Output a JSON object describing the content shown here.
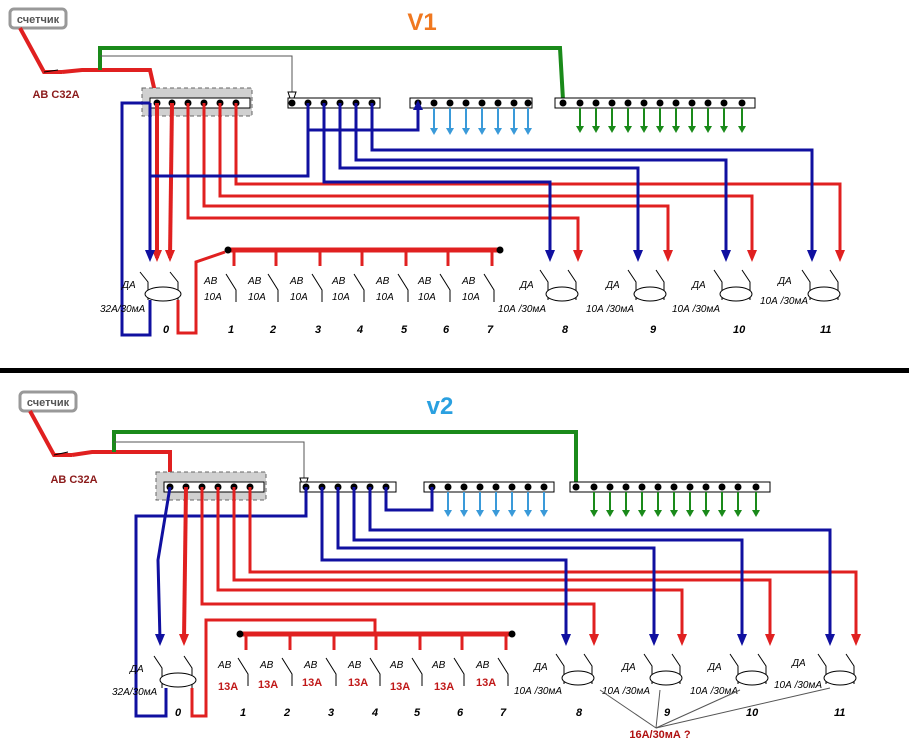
{
  "colors": {
    "phase": "#e02020",
    "neutral": "#1010a0",
    "ground": "#1a8a1a",
    "neutral_tap": "#3a9ad9",
    "v1": "#f07820",
    "v2": "#2aa0e0"
  },
  "diagrams": [
    {
      "title": "V1",
      "meter_label": "счетчик",
      "main_breaker": "АВ С32А",
      "rcd_main": {
        "top": "ДА",
        "bottom": "32А/30мА",
        "num": "0"
      },
      "breakers": [
        {
          "num": "1",
          "top": "АВ",
          "bottom": "10А"
        },
        {
          "num": "2",
          "top": "АВ",
          "bottom": "10А"
        },
        {
          "num": "3",
          "top": "АВ",
          "bottom": "10А"
        },
        {
          "num": "4",
          "top": "АВ",
          "bottom": "10А"
        },
        {
          "num": "5",
          "top": "АВ",
          "bottom": "10А"
        },
        {
          "num": "6",
          "top": "АВ",
          "bottom": "10А"
        },
        {
          "num": "7",
          "top": "АВ",
          "bottom": "10А"
        }
      ],
      "rcbos": [
        {
          "num": "8",
          "top": "ДА",
          "bottom": "10А /30мА"
        },
        {
          "num": "9",
          "top": "ДА",
          "bottom": "10А /30мА"
        },
        {
          "num": "10",
          "top": "ДА",
          "bottom": "10А /30мА"
        },
        {
          "num": "11",
          "top": "ДА",
          "bottom": "10А /30мА"
        }
      ]
    },
    {
      "title": "v2",
      "meter_label": "счетчик",
      "main_breaker": "АВ С32А",
      "rcd_main": {
        "top": "ДА",
        "bottom": "32А/30мА",
        "num": "0"
      },
      "breakers": [
        {
          "num": "1",
          "top": "АВ",
          "bottom": "13А"
        },
        {
          "num": "2",
          "top": "АВ",
          "bottom": "13А"
        },
        {
          "num": "3",
          "top": "АВ",
          "bottom": "13А"
        },
        {
          "num": "4",
          "top": "АВ",
          "bottom": "13А"
        },
        {
          "num": "5",
          "top": "АВ",
          "bottom": "13А"
        },
        {
          "num": "6",
          "top": "АВ",
          "bottom": "13А"
        },
        {
          "num": "7",
          "top": "АВ",
          "bottom": "13А"
        }
      ],
      "rcbos": [
        {
          "num": "8",
          "top": "ДА",
          "bottom": "10А /30мА"
        },
        {
          "num": "9",
          "top": "ДА",
          "bottom": "10А /30мА"
        },
        {
          "num": "10",
          "top": "ДА",
          "bottom": "10А /30мА"
        },
        {
          "num": "11",
          "top": "ДА",
          "bottom": "10А /30мА"
        }
      ],
      "note": "16А/30мА ?"
    }
  ]
}
